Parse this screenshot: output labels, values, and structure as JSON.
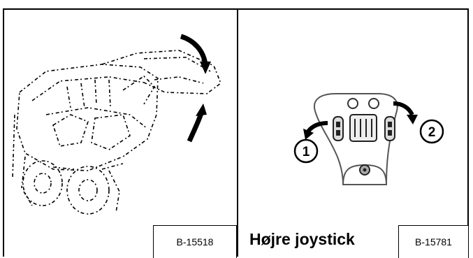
{
  "left_panel": {
    "illustration": "skid-steer-loader-tilting-illustration",
    "figure_code": "B-15518"
  },
  "right_panel": {
    "illustration": "right-joystick-illustration",
    "callouts": [
      "1",
      "2"
    ],
    "caption": "Højre joystick",
    "figure_code": "B-15781"
  }
}
